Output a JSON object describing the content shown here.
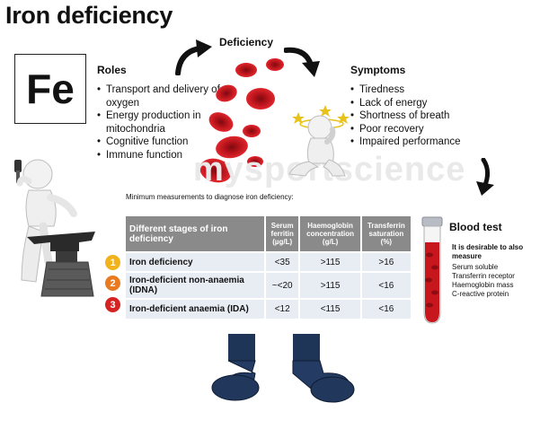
{
  "title": "Iron deficiency",
  "fe_symbol": "Fe",
  "roles": {
    "heading": "Roles",
    "items": [
      "Transport and delivery of oxygen",
      "Energy production in mitochondria",
      "Cognitive function",
      "Immune function"
    ]
  },
  "deficiency": {
    "heading": "Deficiency"
  },
  "symptoms": {
    "heading": "Symptoms",
    "items": [
      "Tiredness",
      "Lack of energy",
      "Shortness of breath",
      "Poor recovery",
      "Impaired performance"
    ]
  },
  "watermark": "mysportscience",
  "diagnosis_note": "Minimum measurements to diagnose iron deficiency:",
  "table": {
    "headers": {
      "stage": "Different stages of iron deficiency",
      "ferritin": [
        "Serum",
        "ferritin",
        "(µg/L)"
      ],
      "haemoglobin": [
        "Haemoglobin",
        "concentration",
        "(g/L)"
      ],
      "transferrin": [
        "Transferrin",
        "saturation",
        "(%)"
      ]
    },
    "rows": [
      {
        "number": "1",
        "color": "#f2b21b",
        "stage": "Iron deficiency",
        "ferritin": "<35",
        "haemoglobin": ">115",
        "transferrin": ">16"
      },
      {
        "number": "2",
        "color": "#ea7a20",
        "stage": "Iron-deficient non-anaemia (IDNA)",
        "ferritin": "~<20",
        "haemoglobin": ">115",
        "transferrin": "<16"
      },
      {
        "number": "3",
        "color": "#d42322",
        "stage": "Iron-deficient anaemia (IDA)",
        "ferritin": "<12",
        "haemoglobin": "<115",
        "transferrin": "<16"
      }
    ]
  },
  "blood_test": {
    "heading": "Blood test",
    "intro": "It is desirable to also measure",
    "items": [
      "Serum soluble",
      "Transferrin receptor",
      "Haemoglobin mass",
      "C-reactive protein"
    ]
  },
  "colors": {
    "blood_red": "#c8161d",
    "header_gray": "#8a8a8a",
    "row_bg": "#e8edf4",
    "trouser_blue": "#1f3557"
  }
}
